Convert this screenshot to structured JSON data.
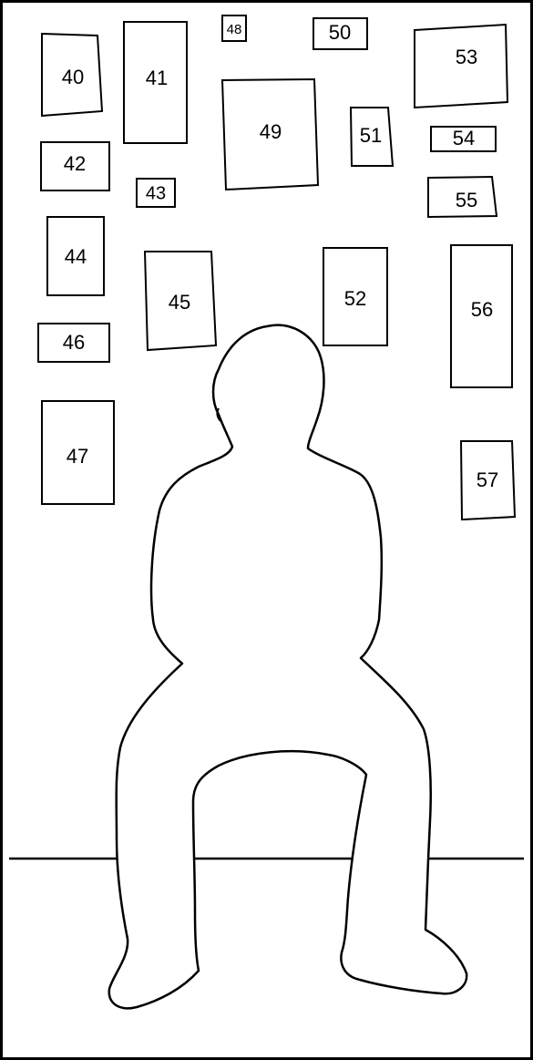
{
  "diagram": {
    "frames": [
      {
        "label": "40"
      },
      {
        "label": "41"
      },
      {
        "label": "42"
      },
      {
        "label": "43"
      },
      {
        "label": "44"
      },
      {
        "label": "45"
      },
      {
        "label": "46"
      },
      {
        "label": "47"
      },
      {
        "label": "48"
      },
      {
        "label": "49"
      },
      {
        "label": "50"
      },
      {
        "label": "51"
      },
      {
        "label": "52"
      },
      {
        "label": "53"
      },
      {
        "label": "54"
      },
      {
        "label": "55"
      },
      {
        "label": "56"
      },
      {
        "label": "57"
      }
    ],
    "colors": {
      "stroke": "#000000",
      "background": "#ffffff"
    }
  }
}
